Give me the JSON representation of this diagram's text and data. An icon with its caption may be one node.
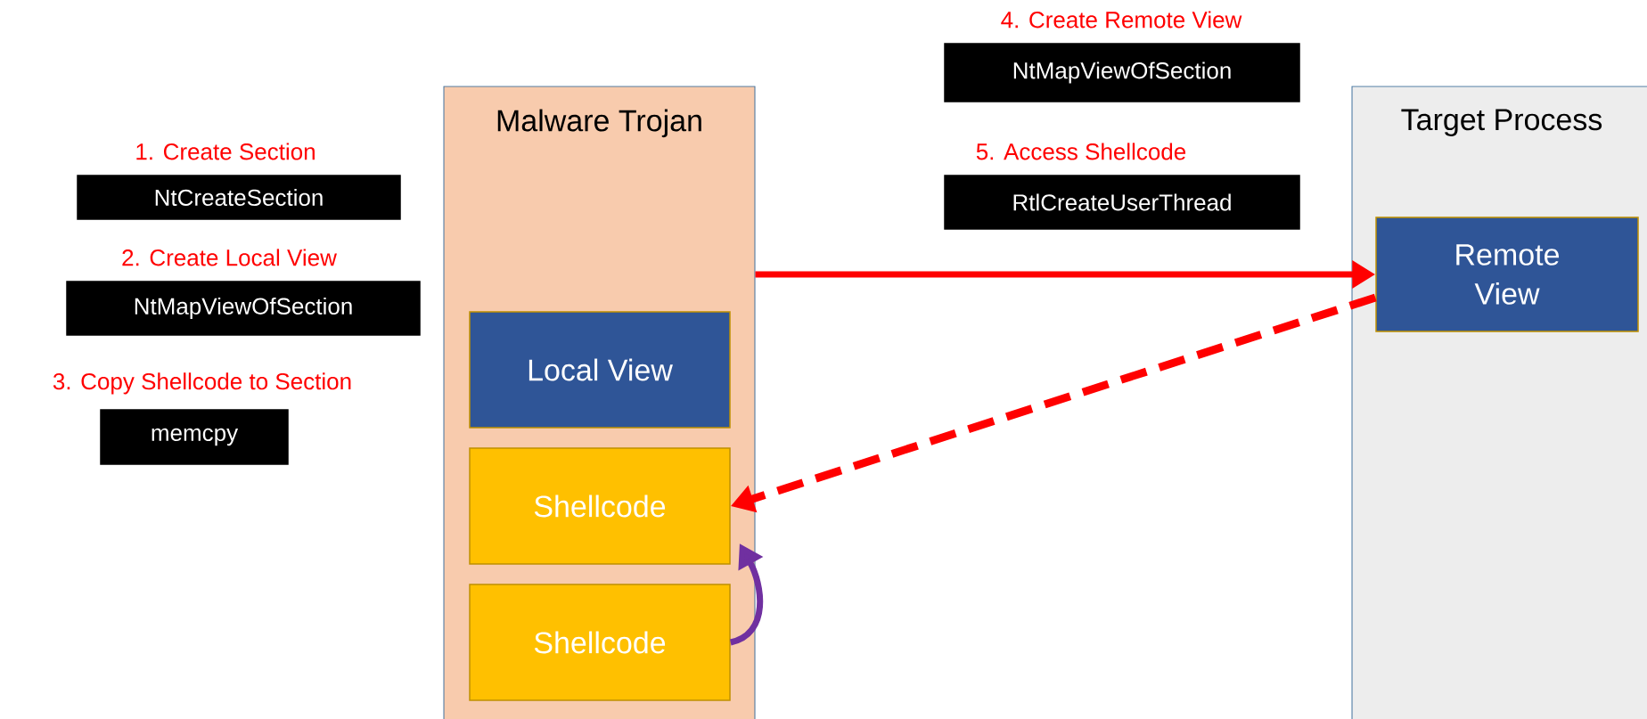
{
  "diagram": {
    "nodes": [
      {
        "text": [
          "Malware Trojan"
        ]
      },
      {
        "text": [
          "Local View"
        ],
        "in": 0
      },
      {
        "text": [
          "Shellcode"
        ],
        "in": 0
      },
      {
        "text": [
          "Shellcode"
        ],
        "in": 0
      },
      {
        "text": [
          "Target Process"
        ]
      },
      {
        "text": [
          "Remote View"
        ],
        "in": 4
      },
      {
        "text": [
          "NtCreateSection"
        ],
        "beside": [
          "1. Create Section"
        ]
      },
      {
        "text": [
          "NtMapViewOfSection"
        ],
        "beside": [
          "2. Create Local View"
        ]
      },
      {
        "text": [
          "memcpy"
        ],
        "beside": [
          "3. Copy Shellcode to Section"
        ]
      },
      {
        "text": [
          "NtMapViewOfSection"
        ],
        "beside": [
          "4. Create Remote View"
        ]
      },
      {
        "text": [
          "RtlCreateUserThread"
        ],
        "beside": [
          "5. Access Shellcode"
        ]
      }
    ],
    "edges": [
      {
        "from": 0,
        "to": 5,
        "arrow": "to"
      },
      {
        "from": 5,
        "to": 2,
        "arrow": "to",
        "style": "dashed"
      },
      {
        "from": 3,
        "to": 2,
        "arrow": "to",
        "color": "#7030a0"
      }
    ]
  }
}
